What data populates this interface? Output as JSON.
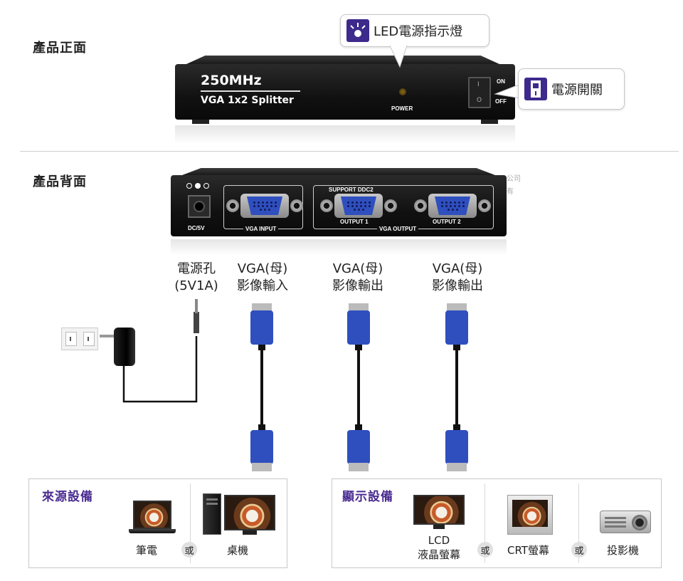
{
  "sections": {
    "front_title": "產品正面",
    "back_title": "產品背面"
  },
  "front": {
    "model_speed": "250MHz",
    "model_name": "VGA 1x2 Splitter",
    "power_label": "POWER",
    "switch_on": "ON",
    "switch_off": "OFF",
    "switch_on_symbol": "I",
    "switch_off_symbol": "O",
    "callout_led": "LED電源指示燈",
    "callout_switch": "電源開關"
  },
  "back": {
    "dc_label": "DC/5V",
    "vga_input_label": "VGA INPUT",
    "support_label": "SUPPORT DDC2",
    "output1_label": "OUTPUT 1",
    "output2_label": "OUTPUT 2",
    "vga_output_label": "VGA OUTPUT",
    "watermark_1": "公司",
    "watermark_2": "有"
  },
  "ports": [
    {
      "line1": "電源孔",
      "line2": "(5V1A)"
    },
    {
      "line1": "VGA(母)",
      "line2": "影像輸入"
    },
    {
      "line1": "VGA(母)",
      "line2": "影像輸出"
    },
    {
      "line1": "VGA(母)",
      "line2": "影像輸出"
    }
  ],
  "source_box": {
    "title": "來源設備",
    "laptop": "筆電",
    "or": "或",
    "desktop": "桌機"
  },
  "display_box": {
    "title": "顯示設備",
    "lcd_line1": "LCD",
    "lcd_line2": "液晶螢幕",
    "or1": "或",
    "crt": "CRT螢幕",
    "or2": "或",
    "projector": "投影機"
  },
  "colors": {
    "accent_purple": "#4a2b90",
    "icon_purple": "#3d2a8c",
    "vga_blue": "#2f4fbf",
    "device_black": "#111111"
  }
}
